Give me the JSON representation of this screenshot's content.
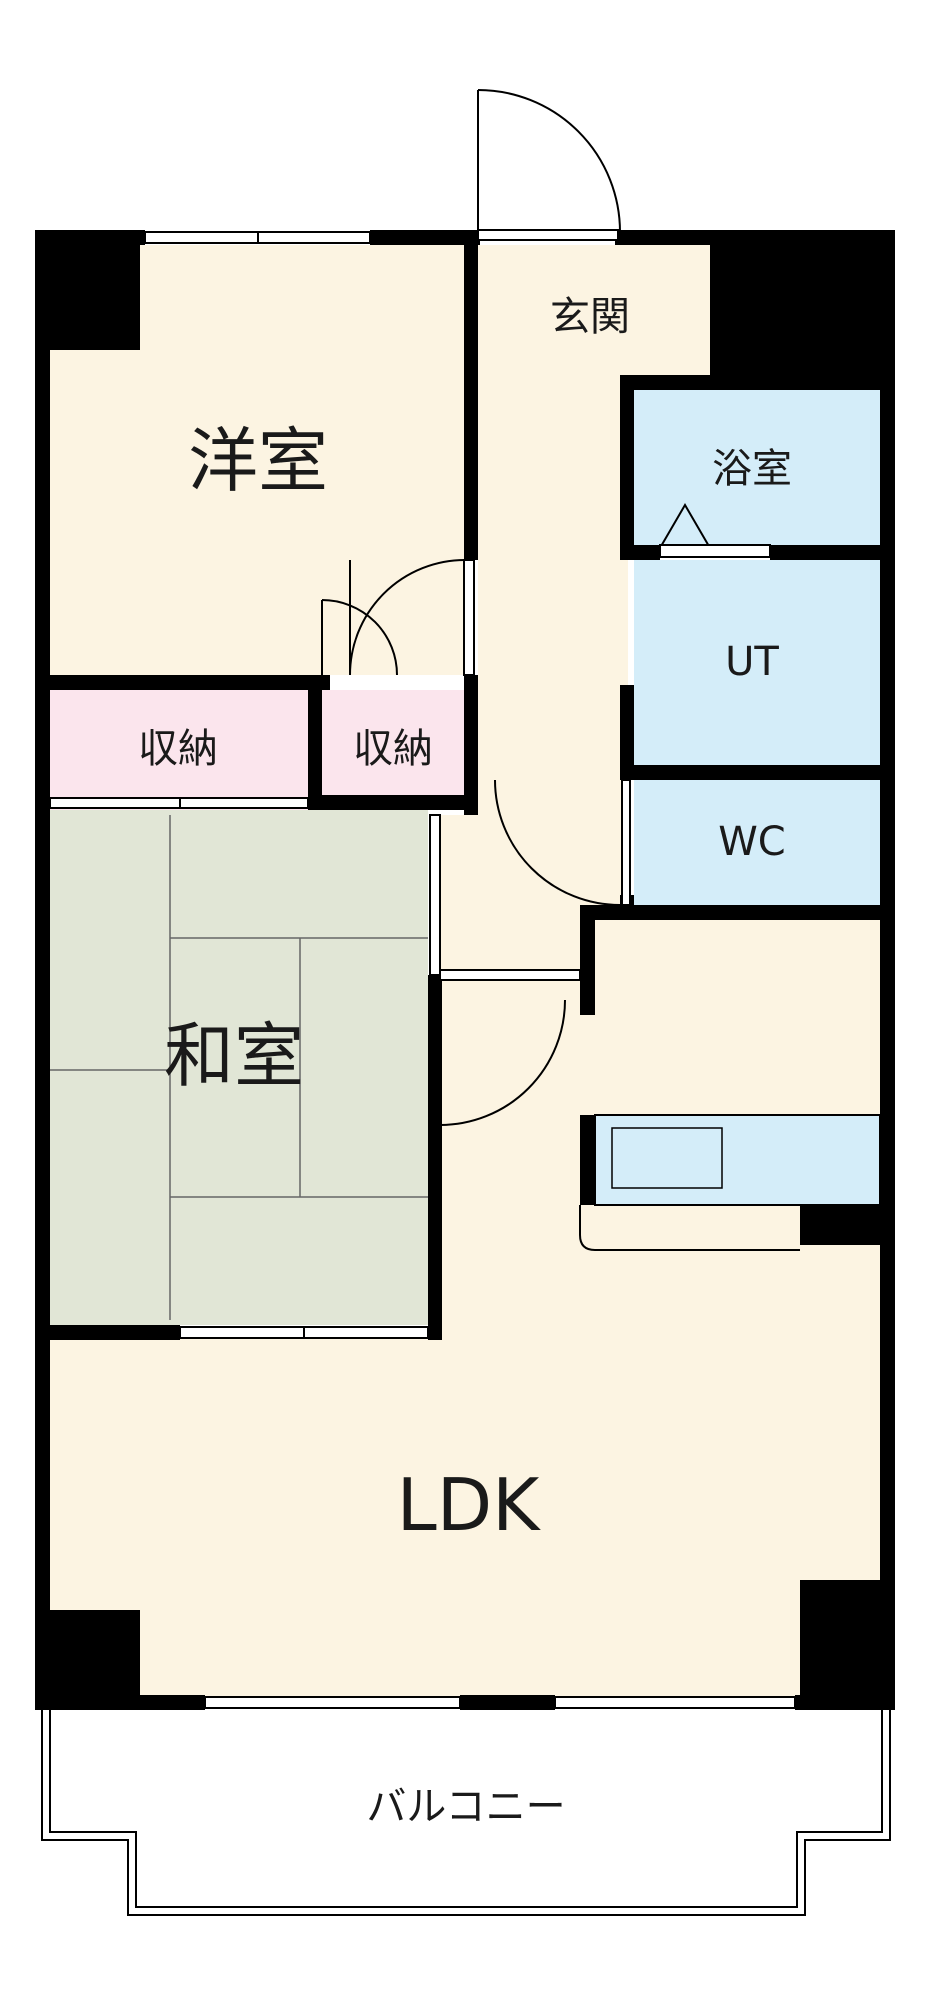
{
  "rooms": {
    "western": "洋室",
    "entrance": "玄関",
    "bath": "浴室",
    "utility": "UT",
    "toilet": "WC",
    "storage_left": "収納",
    "storage_right": "収納",
    "japanese": "和室",
    "ldk": "LDK",
    "balcony": "バルコニー"
  },
  "colors": {
    "beige": "#fcf4e2",
    "blue": "#d4edf9",
    "pink": "#fbe5ed",
    "green": "#e1e6d6",
    "wall": "#000000"
  }
}
